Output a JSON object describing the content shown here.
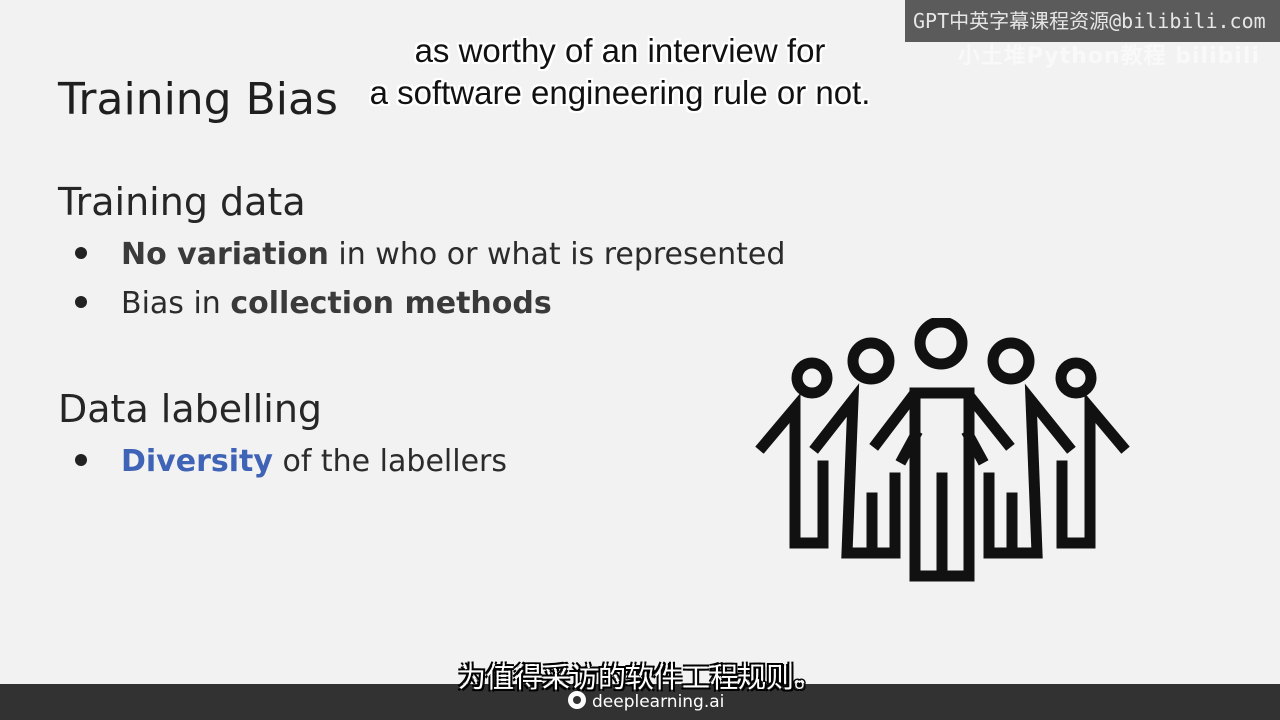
{
  "slide": {
    "title": "Training Bias",
    "sections": [
      {
        "heading": "Training data",
        "bullets": [
          {
            "emphasis": "No variation",
            "rest": " in who or what is represented"
          },
          {
            "lead": "Bias in ",
            "emphasis": "collection methods"
          }
        ]
      },
      {
        "heading": "Data labelling",
        "bullets": [
          {
            "emphasis": "Diversity",
            "rest": " of the labellers"
          }
        ]
      }
    ],
    "icon": "group-of-people-icon"
  },
  "subtitles": {
    "english_lines": [
      "as worthy of an interview for",
      "a software engineering rule or not."
    ],
    "chinese": "为值得采访的软件工程规则。"
  },
  "watermark": {
    "line1": "GPT中英字幕课程资源@bilibili.com",
    "line2": "小土堆Python教程 bilibili"
  },
  "brand": "deeplearning.ai",
  "colors": {
    "accent_blue": "#3f63b6",
    "bar": "#323232",
    "background": "#f2f2f2"
  }
}
